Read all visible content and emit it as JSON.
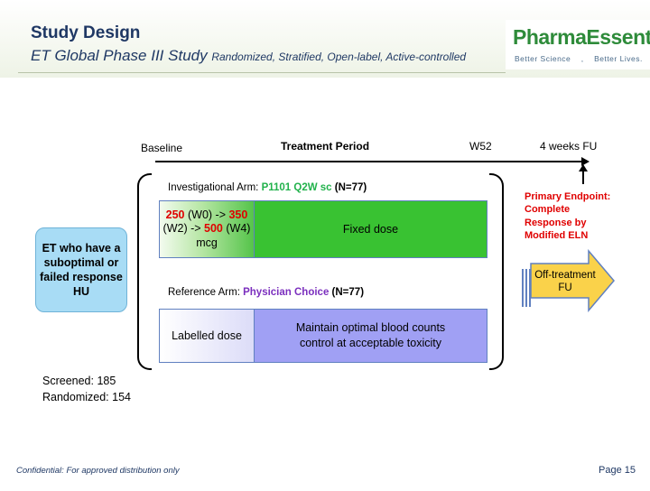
{
  "header": {
    "title": "Study Design",
    "subtitle_main": "ET Global Phase III Study",
    "subtitle_detail": "Randomized, Stratified, Open-label, Active-controlled"
  },
  "logo": {
    "name": "PharmaEssentia",
    "tagline_left": "Better Science",
    "tagline_sep": ",",
    "tagline_right": "Better Lives."
  },
  "timeline": {
    "baseline": "Baseline",
    "treatment_period": "Treatment Period",
    "w52": "W52",
    "fu": "4 weeks FU"
  },
  "population": "ET who have a suboptimal or failed response HU",
  "investigational_arm": {
    "prefix": "Investigational Arm:",
    "drug": "P1101 Q2W sc",
    "n": "(N=77)",
    "dose_line1_a": "250",
    "dose_line1_b": " (W0) -> ",
    "dose_line1_c": "350",
    "dose_line2_a": "(W2) -> ",
    "dose_line2_b": "500",
    "dose_line2_c": " (W4)",
    "dose_line3": "mcg",
    "fixed": "Fixed dose"
  },
  "reference_arm": {
    "prefix": "Reference Arm:",
    "drug": "Physician Choice",
    "n": "(N=77)",
    "labelled": "Labelled dose",
    "maintain": "Maintain optimal blood counts control at acceptable toxicity"
  },
  "endpoint": "Primary Endpoint: Complete Response by Modified ELN",
  "off_treatment": "Off-treatment FU",
  "counts": {
    "screened": "Screened: 185",
    "randomized": "Randomized: 154"
  },
  "footer": {
    "confidential": "Confidential:  For approved distribution only",
    "page": "Page 15"
  },
  "colors": {
    "title": "#1f3864",
    "logo_green": "#2e8b3a",
    "arm_green": "#39c232",
    "arm_purple": "#a0a0f4",
    "endpoint_red": "#e00000",
    "population_blue": "#a8dcf5",
    "fu_arrow_yellow": "#fad24a"
  }
}
